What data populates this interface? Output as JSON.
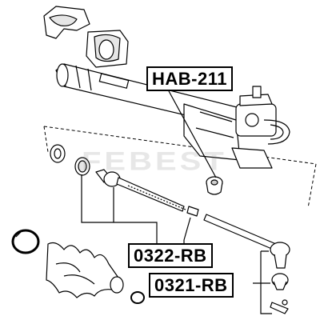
{
  "labels": {
    "hab": "HAB-211",
    "rb0322": "0322-RB",
    "rb0321": "0321-RB"
  },
  "watermark": "FEBEST",
  "colors": {
    "line": "#000000",
    "fill": "#ffffff",
    "shade": "#cfcfcf"
  }
}
